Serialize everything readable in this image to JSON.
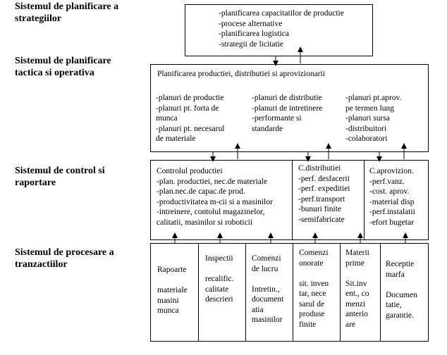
{
  "levels": {
    "strategic": [
      "Sistemul de planificare a",
      "strategiilor"
    ],
    "tactical": [
      "Sistemul de planificare",
      "tactica si operativa"
    ],
    "control": [
      "Sistemul de control si",
      "raportare"
    ],
    "transactions": [
      "Sistemul de procesare a",
      "tranzactiilor"
    ]
  },
  "strategic_box": {
    "items": [
      "-planificarea capacitatilor de productie",
      "-procese alternative",
      "-planificarea logistica",
      "-strategii de licitatie"
    ]
  },
  "tactical_box": {
    "title": "Planificarea productiei, distributiei si aprovizionarii",
    "col1": [
      "-planuri de productie",
      "-planuri pt. forta de",
      "munca",
      "-planuri pt. necesarul",
      "de materiale"
    ],
    "col2": [
      "-planuri de distributie",
      "-planuri de intretinere",
      "-performante si",
      "standarde"
    ],
    "col3": [
      "-planuri pt.aprov.",
      "pe termen lung",
      "-planuri sursa",
      "-distribuitori",
      "-colaboratori"
    ]
  },
  "control_box": {
    "production": [
      "Controlul productiei",
      "-plan. productiei, nec.de materiale",
      "-plan.nec.de capac.de prod.",
      "-productivitatea m-cii si a masinilor",
      "-intreinere, contolul magazinelor,",
      "calitatii, masinilor si roboticii"
    ],
    "distribution": [
      "C.distributiei",
      "-perf. desfacerii",
      "-perf. expeditiei",
      "-perf.transport",
      "-bunuri finite",
      "-semifabricate"
    ],
    "procurement": [
      "C.aprovizion.",
      "-perf.vanz.",
      "-cost. aprov.",
      "-material disp",
      "-perf.instalatii",
      "-efort bugetar"
    ]
  },
  "transaction_cells": [
    [
      "Rapoarte",
      "",
      "materiale",
      "masini",
      "munca"
    ],
    [
      "Inspectii",
      "",
      "recalific.",
      "calitate",
      "descrieri"
    ],
    [
      "Comenzi",
      "de lucru",
      "",
      "Intretin.,",
      "document",
      "atia",
      "masinilor"
    ],
    [
      "Comenzi",
      "onorate",
      "",
      "sit. inven",
      "tar, nece",
      "sarul de",
      "produse",
      "finite"
    ],
    [
      "Materii",
      "prime",
      "",
      "Sit.inv",
      "ent., co",
      "menzi",
      "anterio",
      "are"
    ],
    [
      "Receptie",
      "marfa",
      "",
      "Documen",
      "tatie,",
      "garantie."
    ]
  ]
}
